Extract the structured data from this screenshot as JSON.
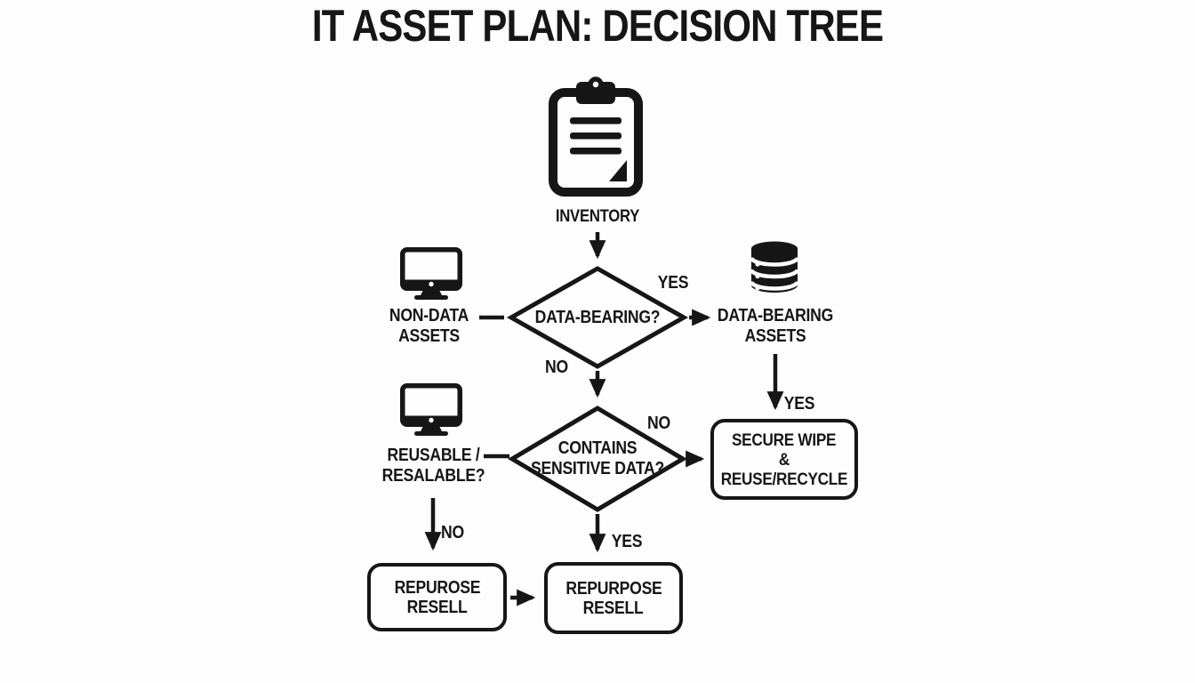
{
  "title": "IT ASSET PLAN: DECISION TREE",
  "colors": {
    "background": "#fdfdfd",
    "ink": "#161616"
  },
  "flow": {
    "inventory": {
      "label": "INVENTORY",
      "icon": "clipboard-icon"
    },
    "decision_data_bearing": {
      "label": "DATA-BEARING?",
      "yes_label": "YES",
      "no_label": "NO"
    },
    "non_data_assets": {
      "line1": "NON-DATA",
      "line2": "ASSETS",
      "icon": "monitor-icon"
    },
    "data_bearing_assets": {
      "line1": "DATA-BEARING",
      "line2": "ASSETS",
      "icon": "database-icon",
      "yes_label": "YES"
    },
    "decision_sensitive": {
      "line1": "CONTAINS",
      "line2": "SENSITIVE DATA?",
      "no_label": "NO",
      "yes_label": "YES"
    },
    "reusable_resalable": {
      "line1": "REUSABLE /",
      "line2": "RESALABLE?",
      "icon": "monitor-icon",
      "no_label": "NO"
    },
    "secure_wipe_box": {
      "line1": "SECURE WIPE",
      "line2": "&",
      "line3": "REUSE/RECYCLE"
    },
    "repurose_resell_box": {
      "line1": "REPUROSE",
      "line2": "RESELL"
    },
    "repurpose_resell_box": {
      "line1": "REPURPOSE",
      "line2": "RESELL"
    }
  }
}
